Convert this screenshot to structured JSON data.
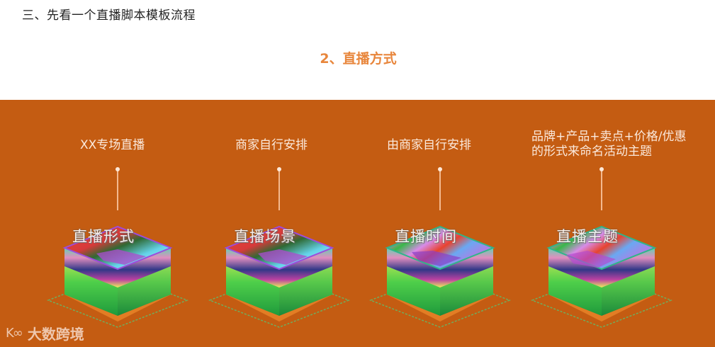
{
  "document": {
    "section_heading": "三、先看一个直播脚本模板流程",
    "slide_title": "2、直播方式"
  },
  "slide": {
    "background_color": "#c45c12",
    "title_color": "#e8863c",
    "items": [
      {
        "label": "XX专场直播",
        "cube_text": "直播形式"
      },
      {
        "label": "商家自行安排",
        "cube_text": "直播场景"
      },
      {
        "label": "由商家自行安排",
        "cube_text": "直播时间"
      },
      {
        "label": "品牌+产品+卖点+价格/优惠的形式来命名活动主题",
        "cube_text": "直播主题"
      }
    ]
  },
  "watermark": {
    "logo": "K∞",
    "text": "大数跨境"
  }
}
